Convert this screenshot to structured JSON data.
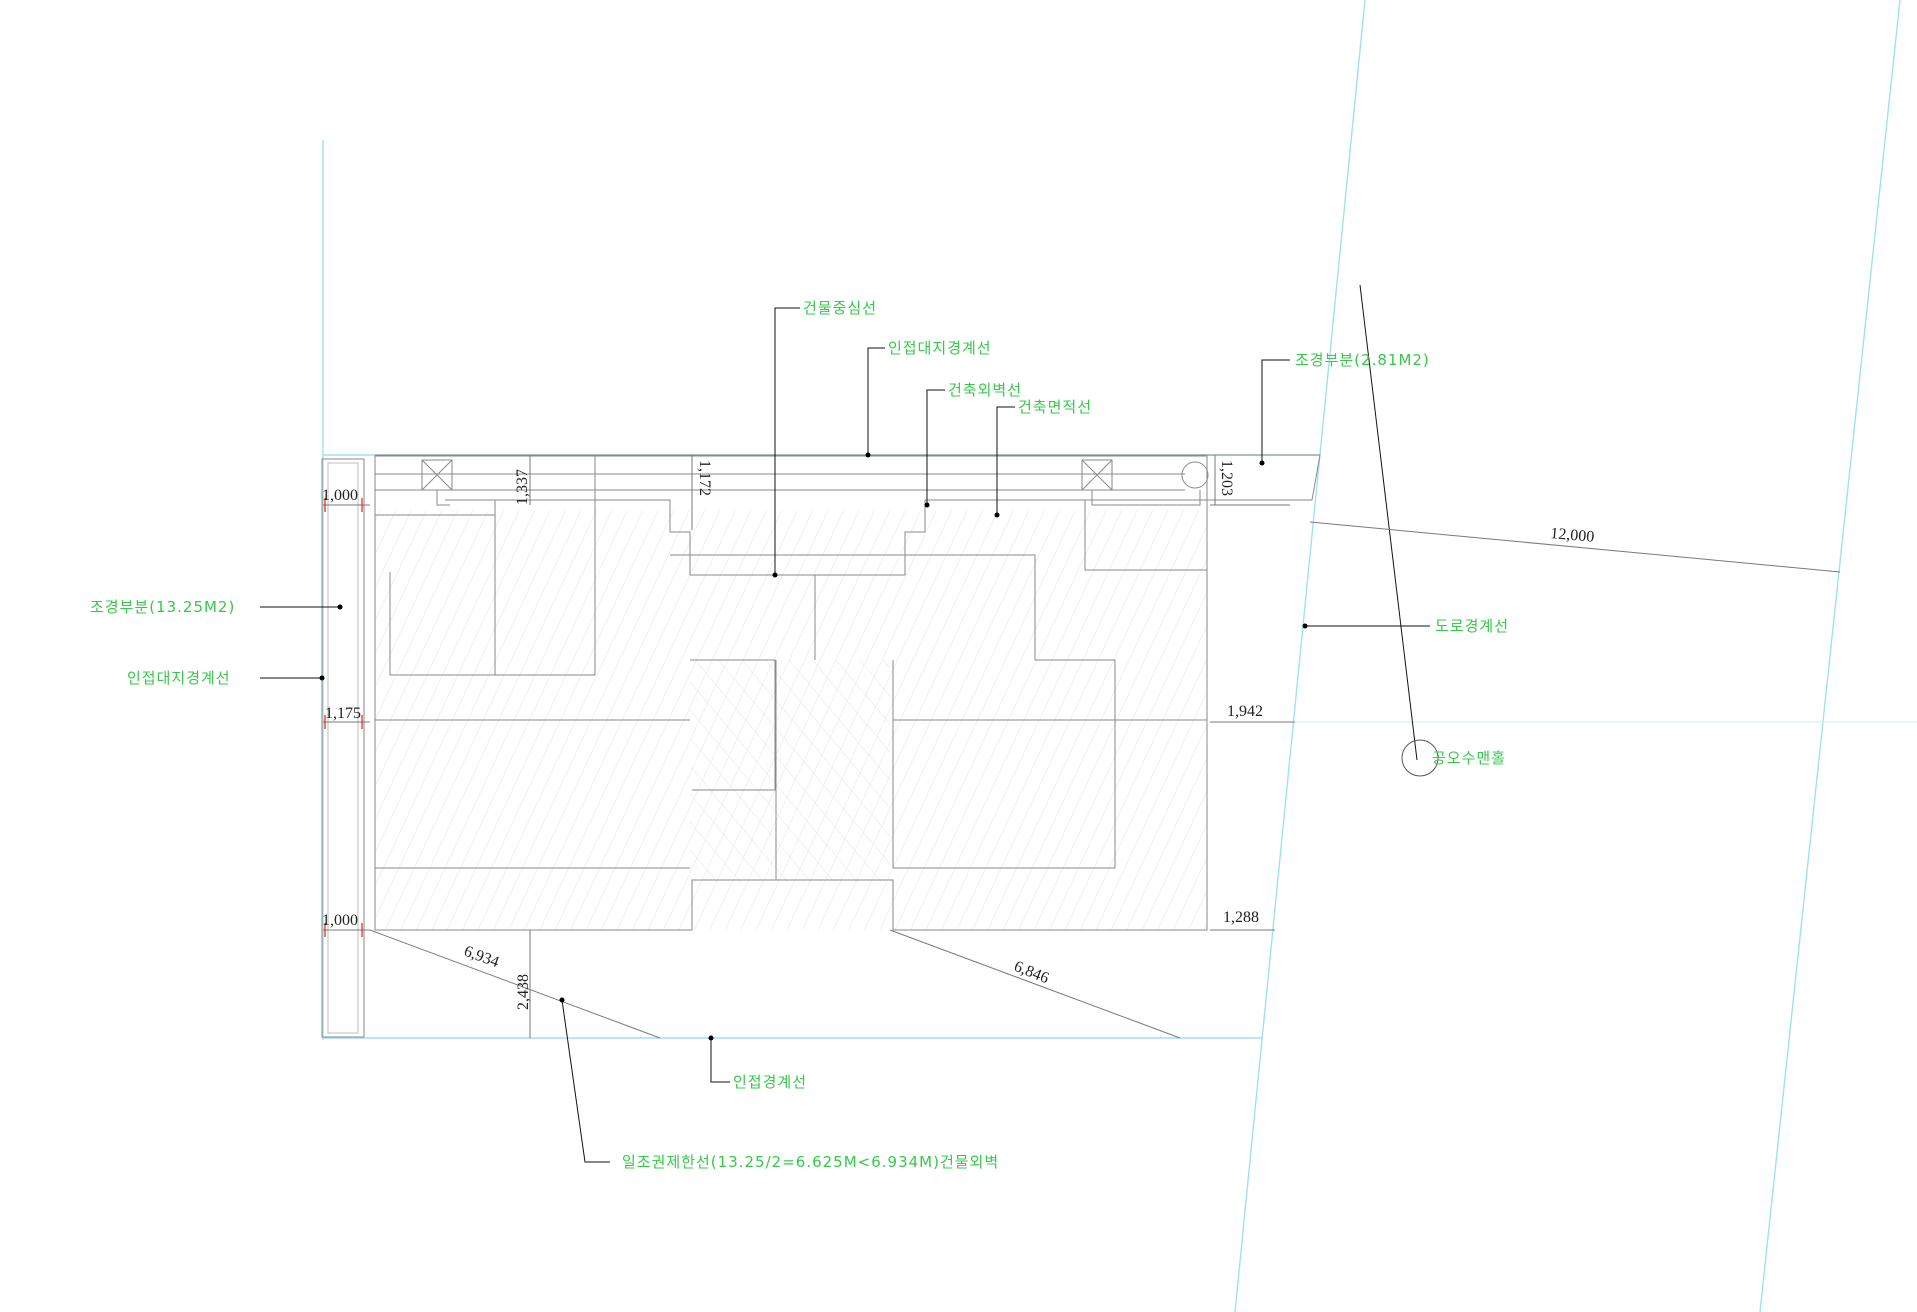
{
  "annotations": {
    "building_center_line": "건물중심선",
    "adjacent_lot_line_top": "인접대지경계선",
    "building_outer_wall_line": "건축외벽선",
    "building_area_line": "건축면적선",
    "landscape_right": "조경부분(2.81M2)",
    "landscape_left": "조경부분(13.25M2)",
    "adjacent_lot_line_left": "인접대지경계선",
    "road_boundary_line": "도로경계선",
    "manhole": "공오수맨홀",
    "adjacent_boundary_bottom": "인접경계선",
    "sunlight_limit_line": "일조권제한선(13.25/2=6.625M<6.934M)건물외벽"
  },
  "dimensions": {
    "left_top": "1,000",
    "left_mid": "1,175",
    "left_bottom": "1,000",
    "top_a": "1,337",
    "top_b": "1,172",
    "top_c": "1,203",
    "road_width": "12,000",
    "right_mid": "1,942",
    "right_bottom": "1,288",
    "diag_left": "6,934",
    "vert_bottom": "2,438",
    "diag_right": "6,846"
  },
  "colors": {
    "annotation": "#35c94a",
    "boundary": "#9fe3e6",
    "dimension_tick": "#e01e1e",
    "background": "#ffffff"
  }
}
